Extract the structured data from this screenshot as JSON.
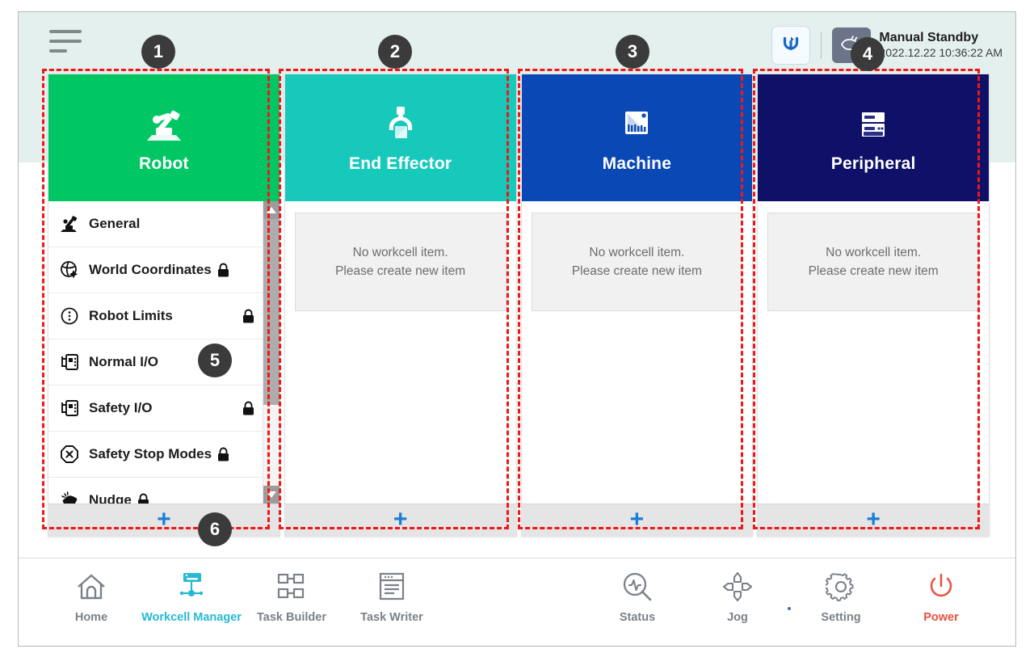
{
  "header": {
    "menu_icon": "hamburger-icon",
    "reset_icon": "robot-reset-icon",
    "mode_icon": "manual-hand-icon",
    "status_title": "Manual Standby",
    "status_time": "2022.12.22 10:36:22 AM"
  },
  "cards": [
    {
      "id": "robot",
      "title": "Robot",
      "icon": "robot-arm-icon",
      "color": "#00c764",
      "has_list": true,
      "add_label": "+"
    },
    {
      "id": "end-effector",
      "title": "End Effector",
      "icon": "gripper-icon",
      "color": "#17c9bb",
      "has_list": false,
      "empty_line1": "No workcell item.",
      "empty_line2": "Please create new item",
      "add_label": "+"
    },
    {
      "id": "machine",
      "title": "Machine",
      "icon": "machine-icon",
      "color": "#0a49b5",
      "has_list": false,
      "empty_line1": "No workcell item.",
      "empty_line2": "Please create new item",
      "add_label": "+"
    },
    {
      "id": "peripheral",
      "title": "Peripheral",
      "icon": "server-rack-icon",
      "color": "#0f1168",
      "has_list": false,
      "empty_line1": "No workcell item.",
      "empty_line2": "Please create new item",
      "add_label": "+"
    }
  ],
  "robot_list": [
    {
      "label": "General",
      "icon": "robot-arm-icon",
      "locked": false,
      "lock_tight": false
    },
    {
      "label": "World Coordinates",
      "icon": "globe-axis-icon",
      "locked": true,
      "lock_tight": true
    },
    {
      "label": "Robot Limits",
      "icon": "limits-circle-icon",
      "locked": true,
      "lock_tight": false
    },
    {
      "label": "Normal I/O",
      "icon": "io-port-icon",
      "locked": false,
      "lock_tight": false
    },
    {
      "label": "Safety I/O",
      "icon": "io-port-icon",
      "locked": true,
      "lock_tight": false
    },
    {
      "label": "Safety Stop Modes",
      "icon": "stop-octagon-icon",
      "locked": true,
      "lock_tight": true
    },
    {
      "label": "Nudge",
      "icon": "nudge-hand-icon",
      "locked": true,
      "lock_tight": true
    }
  ],
  "bottom_nav": {
    "left": [
      {
        "label": "Home",
        "icon": "home-icon",
        "active": false
      },
      {
        "label": "Workcell Manager",
        "icon": "workcell-icon",
        "active": true
      },
      {
        "label": "Task Builder",
        "icon": "task-builder-icon",
        "active": false
      },
      {
        "label": "Task Writer",
        "icon": "task-writer-icon",
        "active": false
      }
    ],
    "right": [
      {
        "label": "Status",
        "icon": "status-scope-icon",
        "active": false
      },
      {
        "label": "Jog",
        "icon": "jog-arrows-icon",
        "active": false
      },
      {
        "label": "Setting",
        "icon": "gear-icon",
        "active": false
      },
      {
        "label": "Power",
        "icon": "power-icon",
        "active": false
      }
    ]
  },
  "annotations": [
    {
      "n": "1"
    },
    {
      "n": "2"
    },
    {
      "n": "3"
    },
    {
      "n": "4"
    },
    {
      "n": "5"
    },
    {
      "n": "6"
    }
  ]
}
